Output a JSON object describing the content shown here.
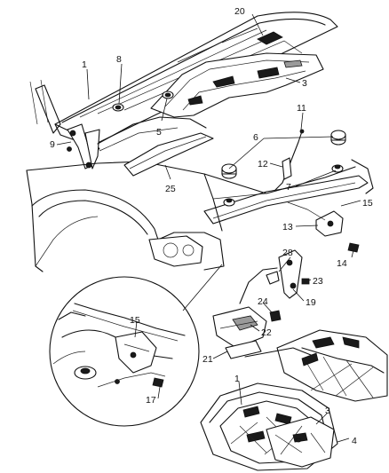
{
  "callouts": {
    "c1": "1",
    "c3": "3",
    "c5": "5",
    "c6": "6",
    "c7": "7",
    "c8": "8",
    "c9": "9",
    "c11": "11",
    "c12": "12",
    "c13": "13",
    "c14": "14",
    "c15": "15",
    "c17": "17",
    "c19": "19",
    "c20": "20",
    "c21": "21",
    "c22": "22",
    "c23": "23",
    "c24": "24",
    "c25": "25",
    "c28": "28",
    "c15b": "15",
    "c1b": "1",
    "c3b": "3",
    "c4": "4"
  }
}
